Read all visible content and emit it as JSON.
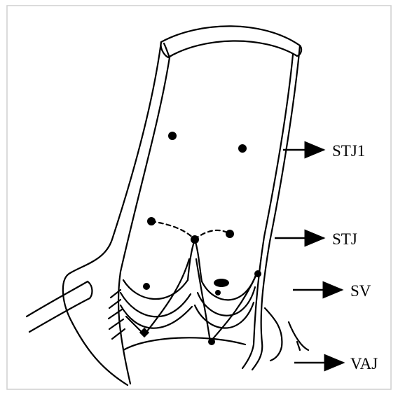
{
  "diagram": {
    "labels": {
      "stj1": "STJ1",
      "stj": "STJ",
      "sv": "SV",
      "vaj": "VAJ"
    },
    "colors": {
      "ink": "#000000",
      "background": "#ffffff",
      "border": "#cfcfcf"
    }
  }
}
